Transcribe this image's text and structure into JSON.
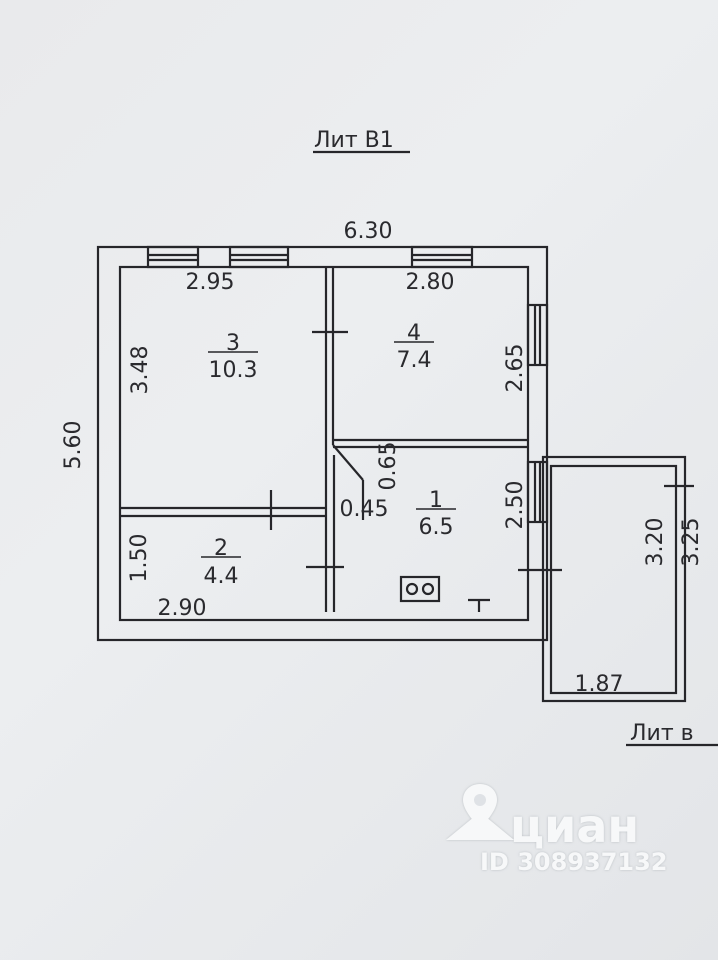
{
  "title": "Лит В1",
  "title_annex": "Лит в",
  "dimensions": {
    "overall_width": "6.30",
    "overall_height": "5.60",
    "room3_width": "2.95",
    "room3_height": "3.48",
    "room4_width": "2.80",
    "room4_height": "2.65",
    "room2_height": "1.50",
    "room2_width": "2.90",
    "room1_height": "2.50",
    "corridor_height": "0.65",
    "corridor_width": "0.45",
    "annex_inner_height": "3.20",
    "annex_outer_height": "3.25",
    "annex_width": "1.87"
  },
  "rooms": [
    {
      "number": "3",
      "area": "10.3"
    },
    {
      "number": "4",
      "area": "7.4"
    },
    {
      "number": "2",
      "area": "4.4"
    },
    {
      "number": "1",
      "area": "6.5"
    }
  ],
  "watermark": {
    "brand": "циан",
    "listing_id": "ID 308937132"
  }
}
